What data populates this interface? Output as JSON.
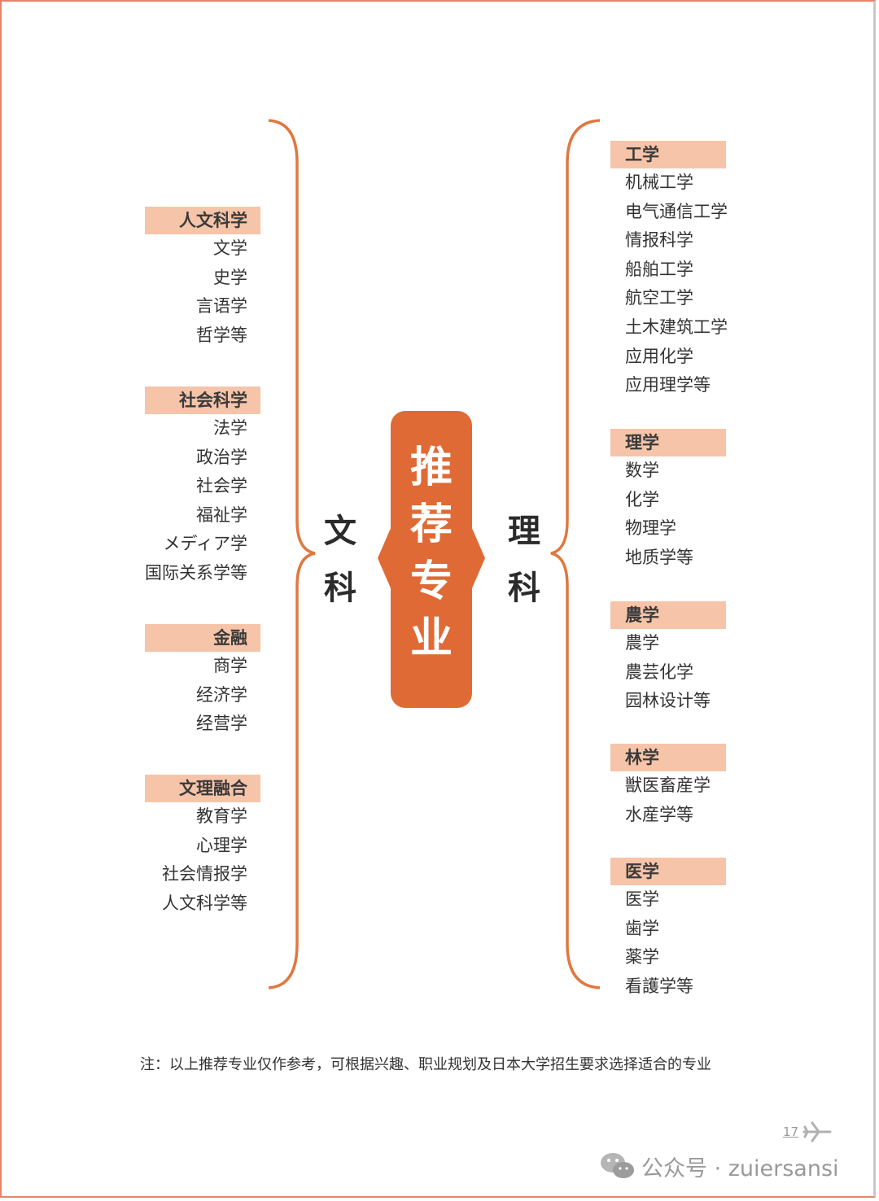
{
  "center": {
    "chars": [
      "推",
      "荐",
      "专",
      "业"
    ]
  },
  "left_label": [
    "文",
    "科"
  ],
  "right_label": [
    "理",
    "科"
  ],
  "left_groups": [
    {
      "title": "人文科学",
      "items": [
        "文学",
        "史学",
        "言语学",
        "哲学等"
      ]
    },
    {
      "title": "社会科学",
      "items": [
        "法学",
        "政治学",
        "社会学",
        "福祉学",
        "メディア学",
        "国际关系学等"
      ]
    },
    {
      "title": "金融",
      "items": [
        "商学",
        "经济学",
        "经营学"
      ]
    },
    {
      "title": "文理融合",
      "items": [
        "教育学",
        "心理学",
        "社会情报学",
        "人文科学等"
      ]
    }
  ],
  "right_groups": [
    {
      "title": "工学",
      "items": [
        "机械工学",
        "电气通信工学",
        "情报科学",
        "船舶工学",
        "航空工学",
        "土木建筑工学",
        "应用化学",
        "应用理学等"
      ]
    },
    {
      "title": "理学",
      "items": [
        "数学",
        "化学",
        "物理学",
        "地质学等"
      ]
    },
    {
      "title": "農学",
      "items": [
        "農学",
        "農芸化学",
        "园林设计等"
      ]
    },
    {
      "title": "林学",
      "items": [
        "獣医畜産学",
        "水産学等"
      ]
    },
    {
      "title": "医学",
      "items": [
        "医学",
        "歯学",
        "薬学",
        "看護学等"
      ]
    }
  ],
  "note": "注：以上推荐专业仅作参考，可根据兴趣、职业规划及日本大学招生要求选择适合的专业",
  "page_number": "17",
  "watermark": "公众号 · zuiersansi",
  "colors": {
    "accent": "#e06a35",
    "header_bg": "#f6c4a9",
    "brace": "#e0783f"
  }
}
